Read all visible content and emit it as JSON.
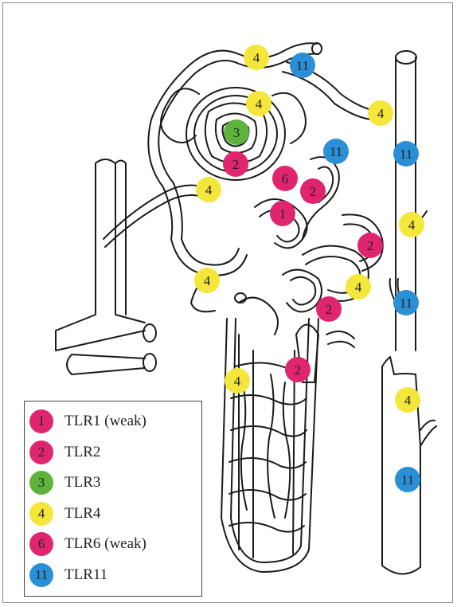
{
  "colors": {
    "tlr1": "#e0256f",
    "tlr2": "#e0256f",
    "tlr3": "#5db33b",
    "tlr4": "#f4e63a",
    "tlr6": "#e0256f",
    "tlr11": "#2b8fd6",
    "line": "#1a1a1a"
  },
  "legend": [
    {
      "num": "1",
      "text": "TLR1 (weak)",
      "color_key": "tlr1"
    },
    {
      "num": "2",
      "text": "TLR2",
      "color_key": "tlr2"
    },
    {
      "num": "3",
      "text": "TLR3",
      "color_key": "tlr3"
    },
    {
      "num": "4",
      "text": "TLR4",
      "color_key": "tlr4"
    },
    {
      "num": "6",
      "text": "TLR6 (weak)",
      "color_key": "tlr6"
    },
    {
      "num": "11",
      "text": "TLR11",
      "color_key": "tlr11"
    }
  ],
  "markers": [
    "4",
    "11",
    "4",
    "4",
    "3",
    "11",
    "11",
    "2",
    "6",
    "2",
    "4",
    "1",
    "4",
    "2",
    "4",
    "4",
    "2",
    "11",
    "2",
    "4",
    "4",
    "11"
  ]
}
